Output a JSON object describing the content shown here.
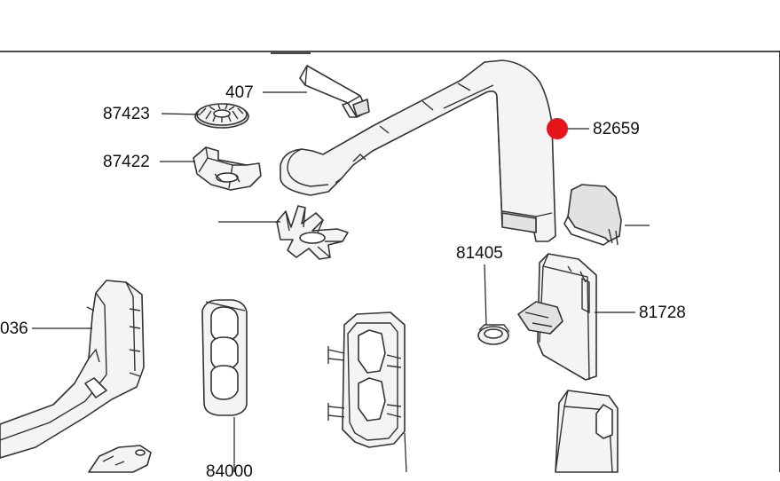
{
  "diagram": {
    "colors": {
      "line": "#333333",
      "part_fill": "#f4f4f4",
      "marker": "#e8141c"
    },
    "labels": {
      "p407": "407",
      "p87423": "87423",
      "p87422": "87422",
      "p82659": "82659",
      "p81405": "81405",
      "p81728": "81728",
      "p036": "036",
      "p_bottom": "84000"
    },
    "marker": {
      "target": "82659"
    }
  }
}
